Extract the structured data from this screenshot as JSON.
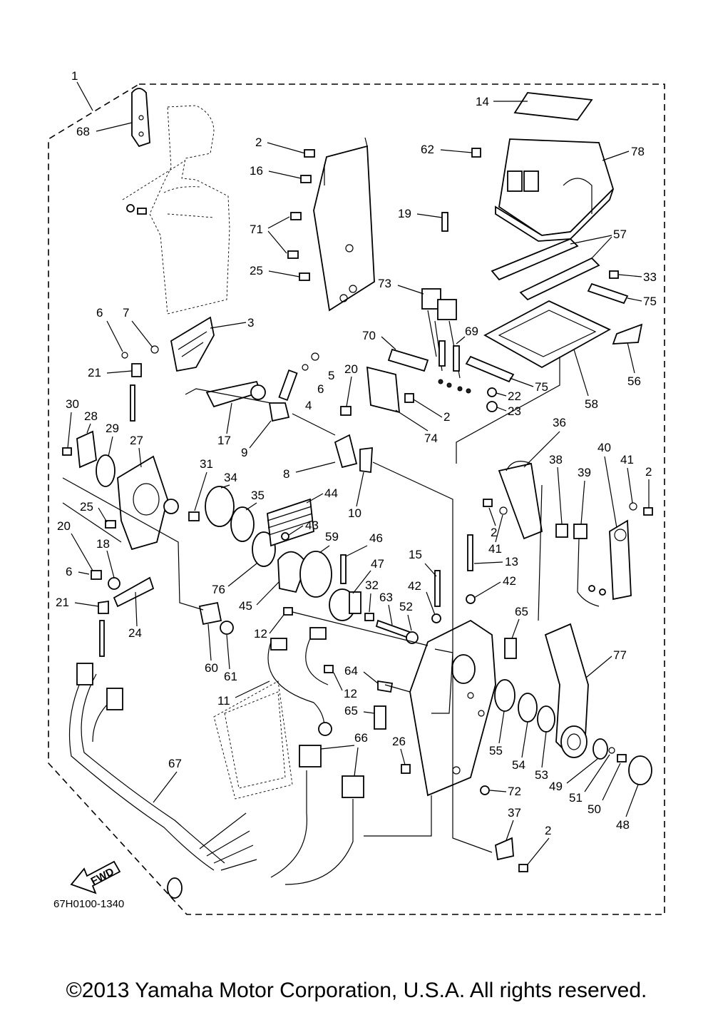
{
  "drawing_code": "67H0100-1340",
  "fwd_label": "FWD",
  "copyright": "©2013 Yamaha Motor Corporation, U.S.A. All rights reserved.",
  "callouts": [
    "1",
    "2",
    "3",
    "4",
    "5",
    "6",
    "7",
    "8",
    "9",
    "10",
    "11",
    "12",
    "13",
    "14",
    "15",
    "16",
    "17",
    "18",
    "19",
    "20",
    "21",
    "22",
    "23",
    "24",
    "25",
    "26",
    "27",
    "28",
    "29",
    "30",
    "31",
    "32",
    "33",
    "34",
    "35",
    "36",
    "37",
    "38",
    "39",
    "40",
    "41",
    "42",
    "43",
    "44",
    "45",
    "46",
    "47",
    "48",
    "49",
    "50",
    "51",
    "52",
    "53",
    "54",
    "55",
    "56",
    "57",
    "58",
    "59",
    "60",
    "61",
    "62",
    "63",
    "64",
    "65",
    "66",
    "67",
    "68",
    "69",
    "70",
    "71",
    "72",
    "73",
    "74",
    "75",
    "76",
    "77",
    "78"
  ]
}
